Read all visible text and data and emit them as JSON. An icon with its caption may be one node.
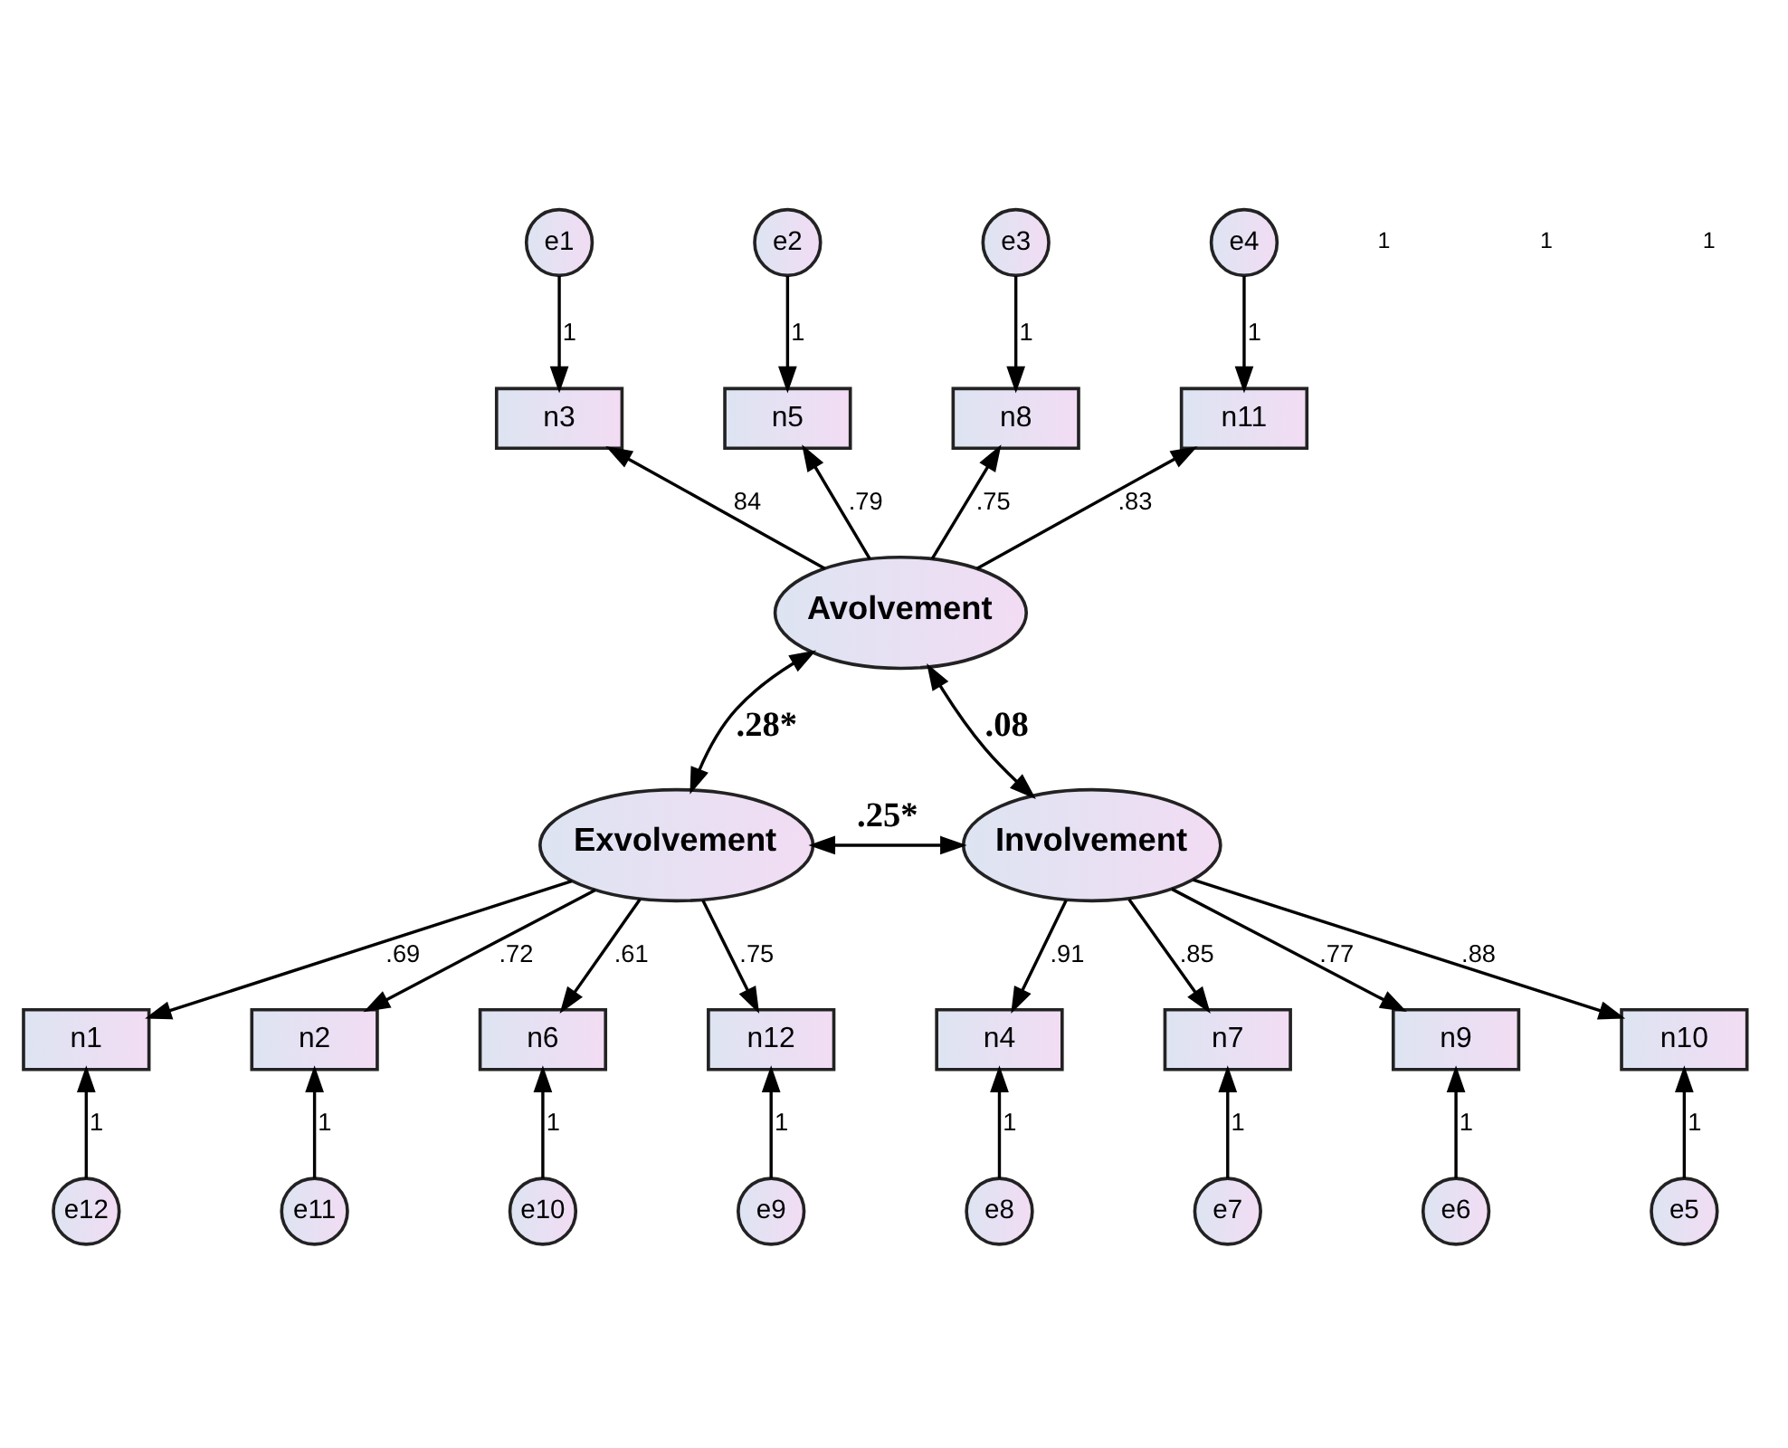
{
  "diagram": {
    "nodes": [
      {
        "text": [
          "e1"
        ]
      },
      {
        "text": [
          "e2"
        ]
      },
      {
        "text": [
          "e3"
        ]
      },
      {
        "text": [
          "e4"
        ]
      },
      {
        "text": [
          "n3"
        ]
      },
      {
        "text": [
          "n5"
        ]
      },
      {
        "text": [
          "n8"
        ]
      },
      {
        "text": [
          "n11"
        ]
      },
      {
        "text": [
          "Avolvement"
        ]
      },
      {
        "text": [
          "Exvolvement"
        ]
      },
      {
        "text": [
          "Involvement"
        ]
      },
      {
        "text": [
          "n1"
        ]
      },
      {
        "text": [
          "n2"
        ]
      },
      {
        "text": [
          "n6"
        ]
      },
      {
        "text": [
          "n12"
        ]
      },
      {
        "text": [
          "n4"
        ]
      },
      {
        "text": [
          "n7"
        ]
      },
      {
        "text": [
          "n9"
        ]
      },
      {
        "text": [
          "n10"
        ]
      },
      {
        "text": [
          "e12"
        ]
      },
      {
        "text": [
          "e11"
        ]
      },
      {
        "text": [
          "e10"
        ]
      },
      {
        "text": [
          "e9"
        ]
      },
      {
        "text": [
          "e8"
        ]
      },
      {
        "text": [
          "e7"
        ]
      },
      {
        "text": [
          "e6"
        ]
      },
      {
        "text": [
          "e5"
        ]
      }
    ],
    "edges": [
      {
        "from": 0,
        "to": 4,
        "arrow": "to",
        "label": "1"
      },
      {
        "from": 1,
        "to": 5,
        "arrow": "to",
        "label": "1"
      },
      {
        "from": 2,
        "to": 6,
        "arrow": "to",
        "label": "1"
      },
      {
        "from": 3,
        "to": 7,
        "arrow": "to",
        "label": "1"
      },
      {
        "from": 8,
        "to": 4,
        "arrow": "to",
        "label": "84"
      },
      {
        "from": 8,
        "to": 5,
        "arrow": "to",
        "label": ".79"
      },
      {
        "from": 8,
        "to": 6,
        "arrow": "to",
        "label": ".75"
      },
      {
        "from": 8,
        "to": 7,
        "arrow": "to",
        "label": ".83"
      },
      {
        "from": 8,
        "to": 9,
        "arrow": "both",
        "label": ".28*"
      },
      {
        "from": 8,
        "to": 10,
        "arrow": "both",
        "label": ".08"
      },
      {
        "from": 9,
        "to": 10,
        "arrow": "both",
        "label": ".25*"
      },
      {
        "from": 9,
        "to": 11,
        "arrow": "to",
        "label": ".69"
      },
      {
        "from": 9,
        "to": 12,
        "arrow": "to",
        "label": ".72"
      },
      {
        "from": 9,
        "to": 13,
        "arrow": "to",
        "label": ".61"
      },
      {
        "from": 9,
        "to": 14,
        "arrow": "to",
        "label": ".75"
      },
      {
        "from": 10,
        "to": 15,
        "arrow": "to",
        "label": ".91"
      },
      {
        "from": 10,
        "to": 16,
        "arrow": "to",
        "label": ".85"
      },
      {
        "from": 10,
        "to": 17,
        "arrow": "to",
        "label": ".77"
      },
      {
        "from": 10,
        "to": 18,
        "arrow": "to",
        "label": ".88"
      },
      {
        "from": 19,
        "to": 11,
        "arrow": "to",
        "label": "1"
      },
      {
        "from": 20,
        "to": 12,
        "arrow": "to",
        "label": "1"
      },
      {
        "from": 21,
        "to": 13,
        "arrow": "to",
        "label": "1"
      },
      {
        "from": 22,
        "to": 14,
        "arrow": "to",
        "label": "1"
      },
      {
        "from": 23,
        "to": 15,
        "arrow": "to",
        "label": "1"
      },
      {
        "from": 24,
        "to": 16,
        "arrow": "to",
        "label": "1"
      },
      {
        "from": 25,
        "to": 17,
        "arrow": "to",
        "label": "1"
      },
      {
        "from": 26,
        "to": 18,
        "arrow": "to",
        "label": "1"
      }
    ],
    "labels": [
      "1",
      "1",
      "1"
    ]
  }
}
